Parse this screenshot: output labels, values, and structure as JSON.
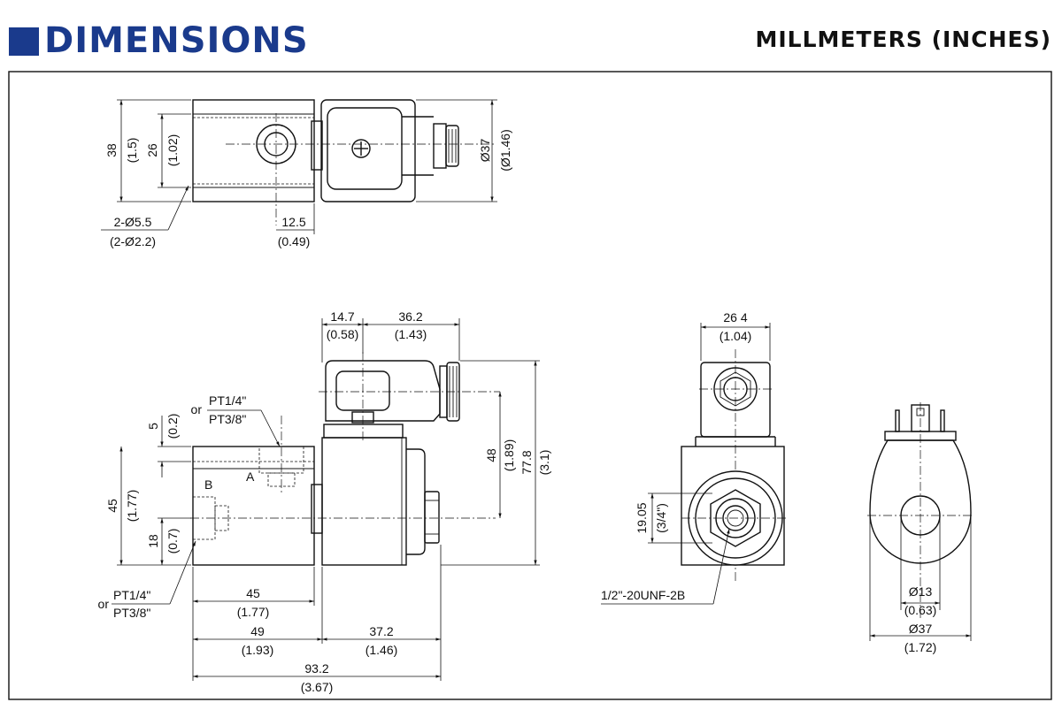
{
  "header": {
    "title": "DIMENSIONS",
    "units": "MILLMETERS (INCHES)",
    "accent_color": "#1a3a8c"
  },
  "top_view": {
    "height_mm": "38",
    "height_in": "(1.5)",
    "hole_spacing_mm": "26",
    "hole_spacing_in": "(1.02)",
    "holes_mm": "2-Ø5.5",
    "holes_in": "(2-Ø2.2)",
    "port_offset_mm": "12.5",
    "port_offset_in": "(0.49)",
    "coil_dia_mm": "Ø37",
    "coil_dia_in": "(Ø1.46)"
  },
  "front_view": {
    "connector_offset_mm": "14.7",
    "connector_offset_in": "(0.58)",
    "connector_length_mm": "36.2",
    "connector_length_in": "(1.43)",
    "port_top_or": "or",
    "port_top_a": "PT1/4\"",
    "port_top_b": "PT3/8\"",
    "port_top_depth_mm": "5",
    "port_top_depth_in": "(0.2)",
    "port_a_label": "A",
    "port_b_label": "B",
    "body_height_mm": "45",
    "body_height_in": "(1.77)",
    "port_b_height_mm": "18",
    "port_b_height_in": "(0.7)",
    "port_bottom_or": "or",
    "port_bottom_a": "PT1/4\"",
    "port_bottom_b": "PT3/8\"",
    "center_height_mm": "48",
    "center_height_in": "(1.89)",
    "total_height_mm": "77.8",
    "total_height_in": "(3.1)",
    "body_length_mm": "45",
    "body_length_in": "(1.77)",
    "to_coil_mm": "49",
    "to_coil_in": "(1.93)",
    "coil_length_mm": "37.2",
    "coil_length_in": "(1.46)",
    "overall_length_mm": "93.2",
    "overall_length_in": "(3.67)"
  },
  "side_view": {
    "connector_width_mm": "26 4",
    "connector_width_in": "(1.04)",
    "hex_mm": "19.05",
    "hex_in": "(3/4\")",
    "thread": "1/2\"-20UNF-2B"
  },
  "coil_view": {
    "bore_mm": "Ø13",
    "bore_in": "(0.63)",
    "outer_mm": "Ø37",
    "outer_in": "(1.72)"
  }
}
